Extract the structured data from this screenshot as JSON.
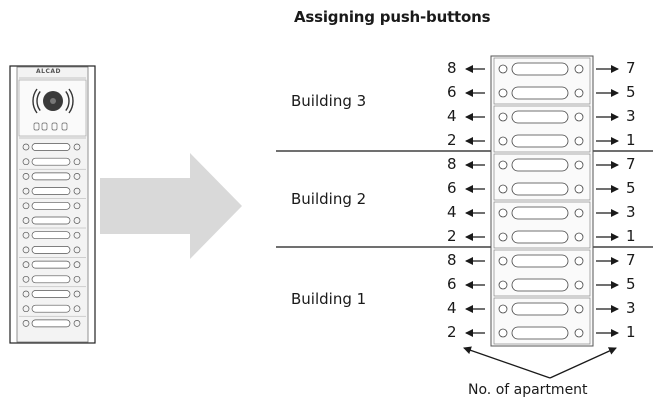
{
  "title": "Assigning push-buttons",
  "brand": "ALCAD",
  "caption": "No. of apartment",
  "buildings": [
    {
      "label": "Building 3",
      "left": [
        "8",
        "6",
        "4",
        "2"
      ],
      "right": [
        "7",
        "5",
        "3",
        "1"
      ]
    },
    {
      "label": "Building 2",
      "left": [
        "8",
        "6",
        "4",
        "2"
      ],
      "right": [
        "7",
        "5",
        "3",
        "1"
      ]
    },
    {
      "label": "Building 1",
      "left": [
        "8",
        "6",
        "4",
        "2"
      ],
      "right": [
        "7",
        "5",
        "3",
        "1"
      ]
    }
  ],
  "colors": {
    "arrow": "#d9d9d9",
    "line": "#1a1a1a",
    "panel_stroke": "#555555"
  }
}
